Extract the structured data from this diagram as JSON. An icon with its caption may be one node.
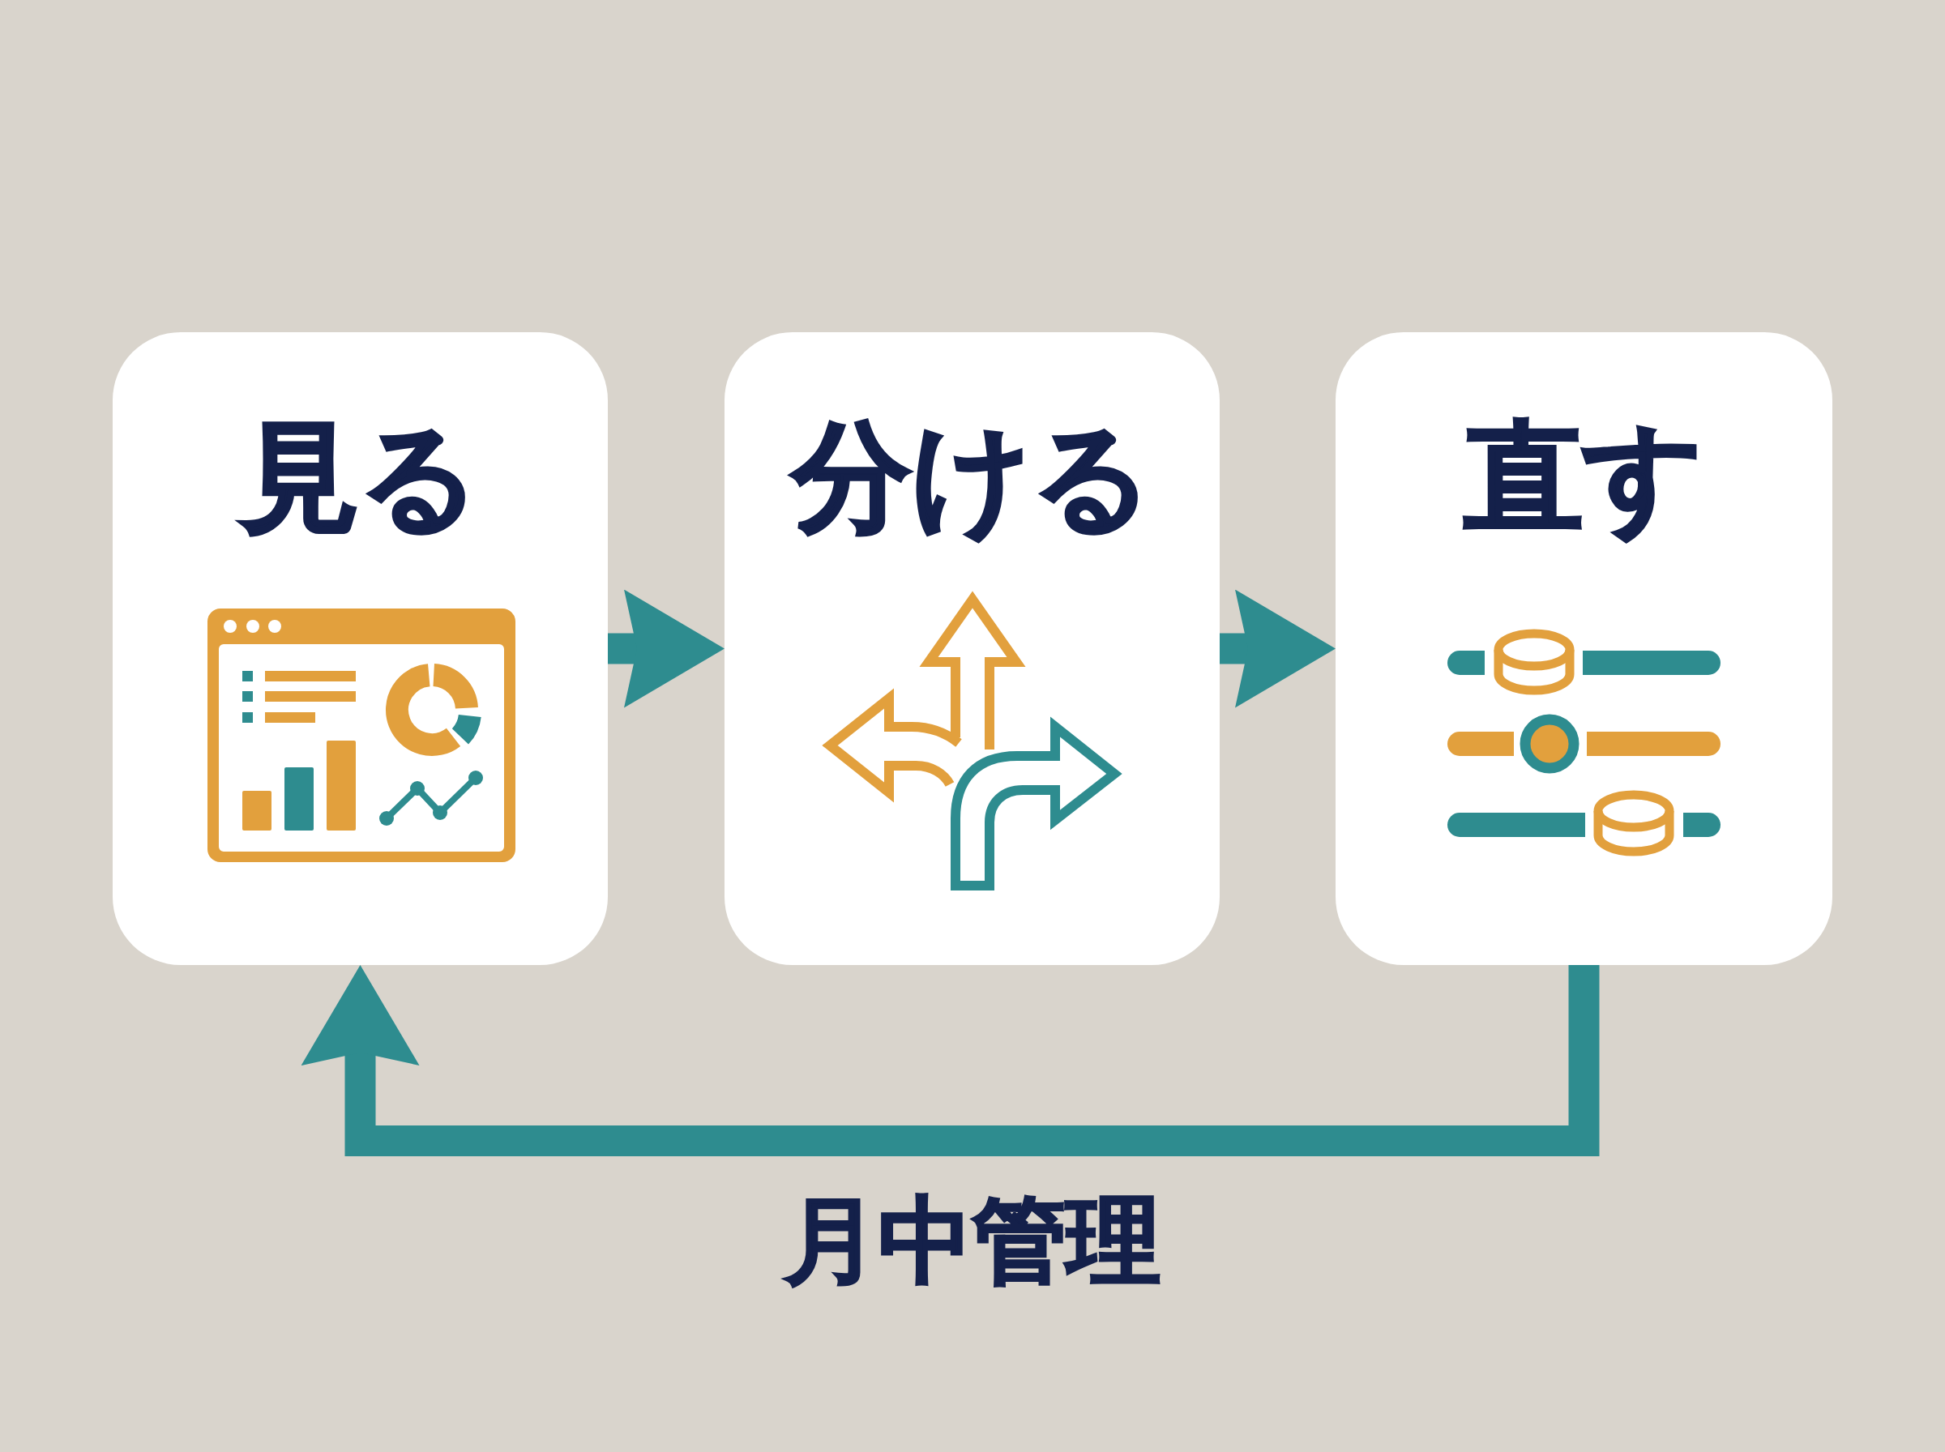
{
  "diagram": {
    "nodes": [
      {
        "text": [
          "見る"
        ]
      },
      {
        "text": [
          "分ける"
        ]
      },
      {
        "text": [
          "直す"
        ]
      }
    ],
    "edges": [
      {
        "from": 0,
        "to": 1,
        "arrow": "to"
      },
      {
        "from": 1,
        "to": 2,
        "arrow": "to"
      },
      {
        "from": 2,
        "to": 0,
        "arrow": "to",
        "label": "月中管理"
      }
    ]
  }
}
